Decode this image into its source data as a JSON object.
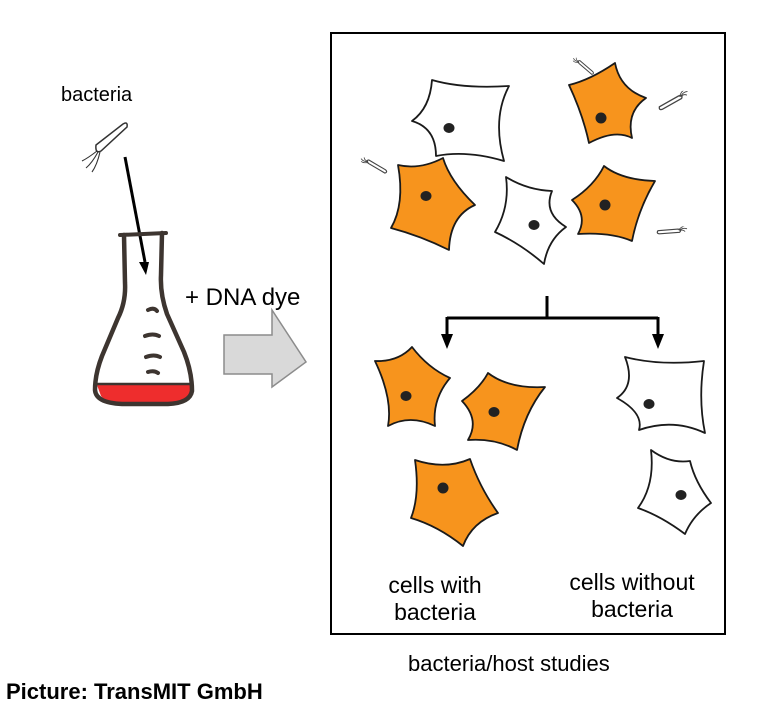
{
  "labels": {
    "bacteria": "bacteria",
    "dna_dye": "+ DNA dye",
    "cells_with": "cells with bacteria",
    "cells_without": "cells without bacteria",
    "studies": "bacteria/host studies",
    "credit": "Picture: TransMIT GmbH"
  },
  "colors": {
    "stained_cell": "#f7941d",
    "unstained_cell": "#ffffff",
    "outline": "#1a1a1a",
    "nucleus": "#222222",
    "flask_liquid": "#ee2d2d",
    "flask_outline": "#3d3530",
    "arrow_fill": "#d9d9d9",
    "arrow_stroke": "#8c8c8c"
  }
}
